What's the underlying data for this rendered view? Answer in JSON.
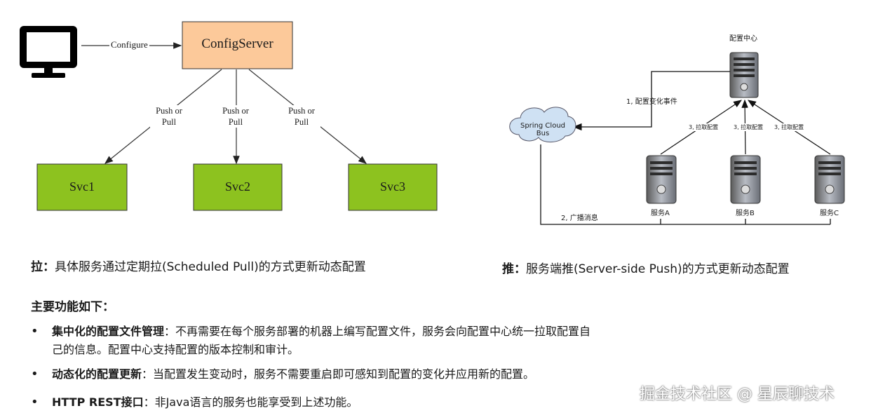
{
  "left_diagram": {
    "monitor_label": "Configure",
    "server_label": "ConfigServer",
    "edge_labels": [
      {
        "line1": "Push or",
        "line2": "Pull"
      },
      {
        "line1": "Push or",
        "line2": "Pull"
      },
      {
        "line1": "Push or",
        "line2": "Pull"
      }
    ],
    "services": [
      "Svc1",
      "Svc2",
      "Svc3"
    ],
    "colors": {
      "server_fill": "#fcc99a",
      "service_fill": "#8dc21f"
    }
  },
  "right_diagram": {
    "config_center_label": "配置中心",
    "bus_label": "Spring Cloud Bus",
    "event_label": "1, 配置变化事件",
    "broadcast_label": "2, 广播消息",
    "pull_labels": [
      "3, 拉取配置",
      "3, 拉取配置",
      "3, 拉取配置"
    ],
    "services": [
      "服务A",
      "服务B",
      "服务C"
    ]
  },
  "captions": {
    "pull_prefix": "拉：",
    "pull_text": "具体服务通过定期拉(Scheduled Pull)的方式更新动态配置",
    "push_prefix": "推：",
    "push_text": "服务端推(Server-side Push)的方式更新动态配置"
  },
  "features": {
    "heading": "主要功能如下：",
    "items": [
      {
        "title": "集中化的配置文件管理",
        "text": "：不再需要在每个服务部署的机器上编写配置文件，服务会向配置中心统一拉取配置自",
        "text2": "己的信息。配置中心支持配置的版本控制和审计。"
      },
      {
        "title": "动态化的配置更新",
        "text": "：当配置发生变动时，服务不需要重启即可感知到配置的变化并应用新的配置。",
        "text2": ""
      },
      {
        "title": "HTTP REST接口",
        "text": "：非Java语言的服务也能享受到上述功能。",
        "text2": ""
      }
    ]
  },
  "watermark": "掘金技术社区 @ 星辰聊技术"
}
